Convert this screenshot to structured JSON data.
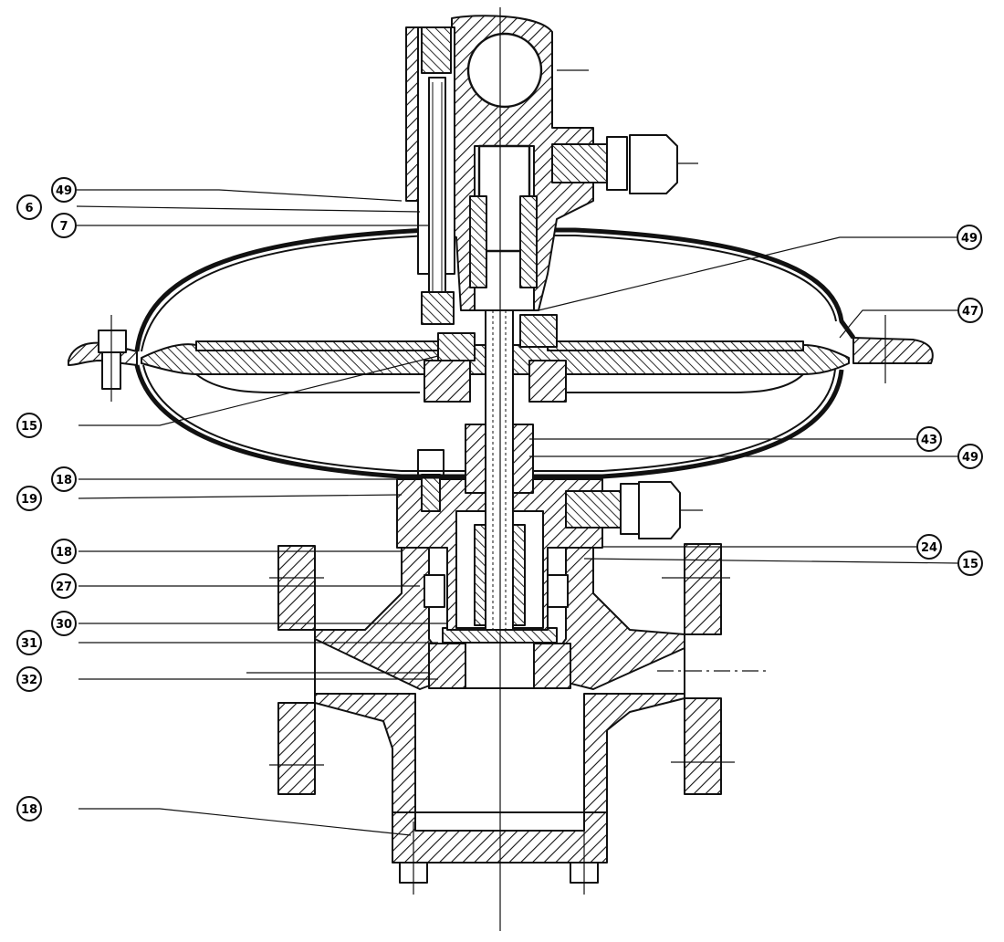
{
  "colors": {
    "ink": "#111111",
    "paper": "#ffffff"
  },
  "callouts": {
    "left": [
      {
        "id": "c-49-top-left",
        "label": "49"
      },
      {
        "id": "c-6",
        "label": "6"
      },
      {
        "id": "c-7",
        "label": "7"
      },
      {
        "id": "c-15-left",
        "label": "15"
      },
      {
        "id": "c-18-a",
        "label": "18"
      },
      {
        "id": "c-19",
        "label": "19"
      },
      {
        "id": "c-18-b",
        "label": "18"
      },
      {
        "id": "c-27",
        "label": "27"
      },
      {
        "id": "c-30",
        "label": "30"
      },
      {
        "id": "c-31",
        "label": "31"
      },
      {
        "id": "c-32",
        "label": "32"
      },
      {
        "id": "c-18-bottom",
        "label": "18"
      }
    ],
    "right": [
      {
        "id": "c-49-right-top",
        "label": "49"
      },
      {
        "id": "c-47",
        "label": "47"
      },
      {
        "id": "c-43",
        "label": "43"
      },
      {
        "id": "c-49-right",
        "label": "49"
      },
      {
        "id": "c-24",
        "label": "24"
      },
      {
        "id": "c-15-right",
        "label": "15"
      }
    ]
  }
}
